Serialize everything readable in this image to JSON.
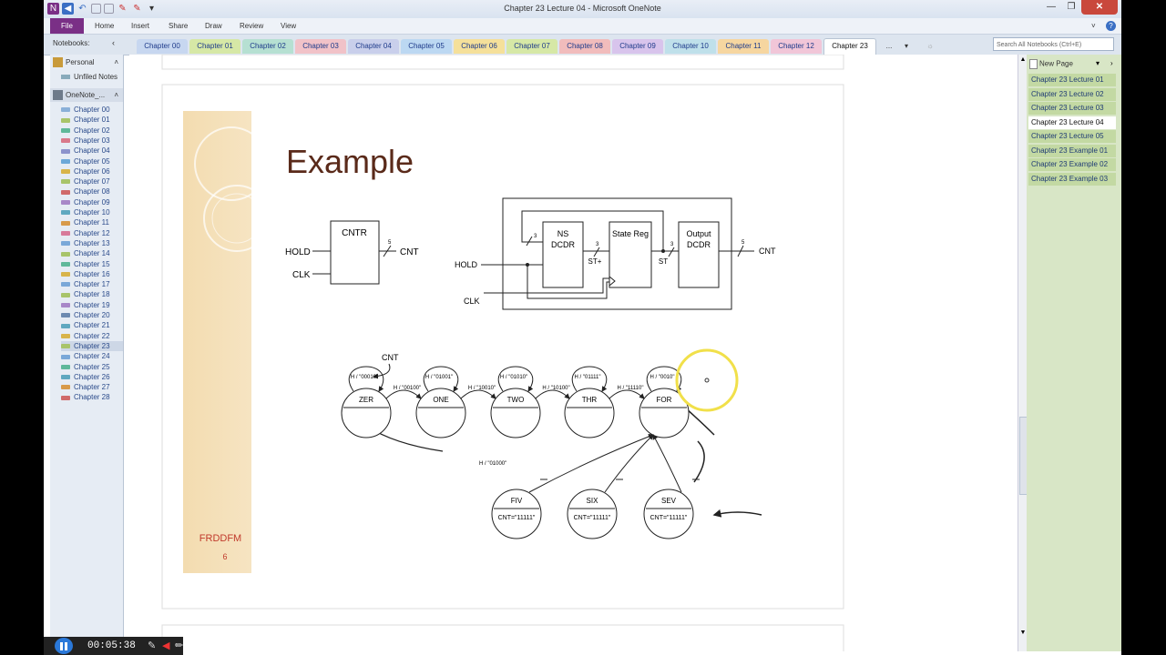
{
  "window": {
    "title": "Chapter 23 Lecture 04  -  Microsoft OneNote"
  },
  "ribbon": {
    "file": "File",
    "tabs": [
      "Home",
      "Insert",
      "Share",
      "Draw",
      "Review",
      "View"
    ]
  },
  "nav": {
    "notebooks_label": "Notebooks:",
    "section_tabs": [
      "Chapter 00",
      "Chapter 01",
      "Chapter 02",
      "Chapter 03",
      "Chapter 04",
      "Chapter 05",
      "Chapter 06",
      "Chapter 07",
      "Chapter 08",
      "Chapter 09",
      "Chapter 10",
      "Chapter 11",
      "Chapter 12",
      "Chapter 23",
      "..."
    ],
    "search_placeholder": "Search All Notebooks (Ctrl+E)"
  },
  "notebooks": {
    "personal": "Personal",
    "unfiled": "Unfiled Notes",
    "onenote": "OneNote_...",
    "sections": [
      "Chapter 00",
      "Chapter 01",
      "Chapter 02",
      "Chapter 03",
      "Chapter 04",
      "Chapter 05",
      "Chapter 06",
      "Chapter 07",
      "Chapter 08",
      "Chapter 09",
      "Chapter 10",
      "Chapter 11",
      "Chapter 12",
      "Chapter 13",
      "Chapter 14",
      "Chapter 15",
      "Chapter 16",
      "Chapter 17",
      "Chapter 18",
      "Chapter 19",
      "Chapter 20",
      "Chapter 21",
      "Chapter 22",
      "Chapter 23",
      "Chapter 24",
      "Chapter 25",
      "Chapter 26",
      "Chapter 27",
      "Chapter 28"
    ],
    "selected_section": "Chapter 23"
  },
  "pages": {
    "new_page": "New Page",
    "items": [
      "Chapter 23 Lecture 01",
      "Chapter 23 Lecture 02",
      "Chapter 23 Lecture 03",
      "Chapter 23 Lecture 04",
      "Chapter 23 Lecture 05",
      "Chapter 23 Example 01",
      "Chapter 23 Example 02",
      "Chapter 23 Example 03"
    ],
    "selected": "Chapter 23 Lecture 04"
  },
  "slide": {
    "title": "Example",
    "footer_code": "FRDDFM",
    "slide_number": "6",
    "block_left": {
      "box": "CNTR",
      "hold": "HOLD",
      "clk": "CLK",
      "cnt": "CNT",
      "bus_width": "5"
    },
    "block_right": {
      "ns": "NS",
      "dcdr": "DCDR",
      "state_reg": "State Reg",
      "output": "Output",
      "out_dcdr": "DCDR",
      "hold": "HOLD",
      "clk": "CLK",
      "cnt": "CNT",
      "st_plus": "ST+",
      "st": "ST",
      "w3a": "3",
      "w3b": "3",
      "w3c": "3",
      "w5": "5"
    },
    "fsm": {
      "cnt_label": "CNT",
      "states": [
        "ZER",
        "ONE",
        "TWO",
        "THR",
        "FOR"
      ],
      "lower_states": [
        "FIV",
        "SIX",
        "SEV"
      ],
      "lower_outputs": [
        "CNT=\"11111\"",
        "CNT=\"11111\"",
        "CNT=\"11111\""
      ],
      "self_loops": [
        "H / \"00010\"",
        "H / \"01001\"",
        "H / \"01010\"",
        "H / \"01111\"",
        "H / \"0010\""
      ],
      "forward": [
        "H / \"00100\"",
        "H / \"10010\"",
        "H / \"10100\"",
        "H / \"11110\""
      ],
      "return_label": "H / \"01000\""
    }
  },
  "recorder": {
    "time": "00:05:38"
  }
}
